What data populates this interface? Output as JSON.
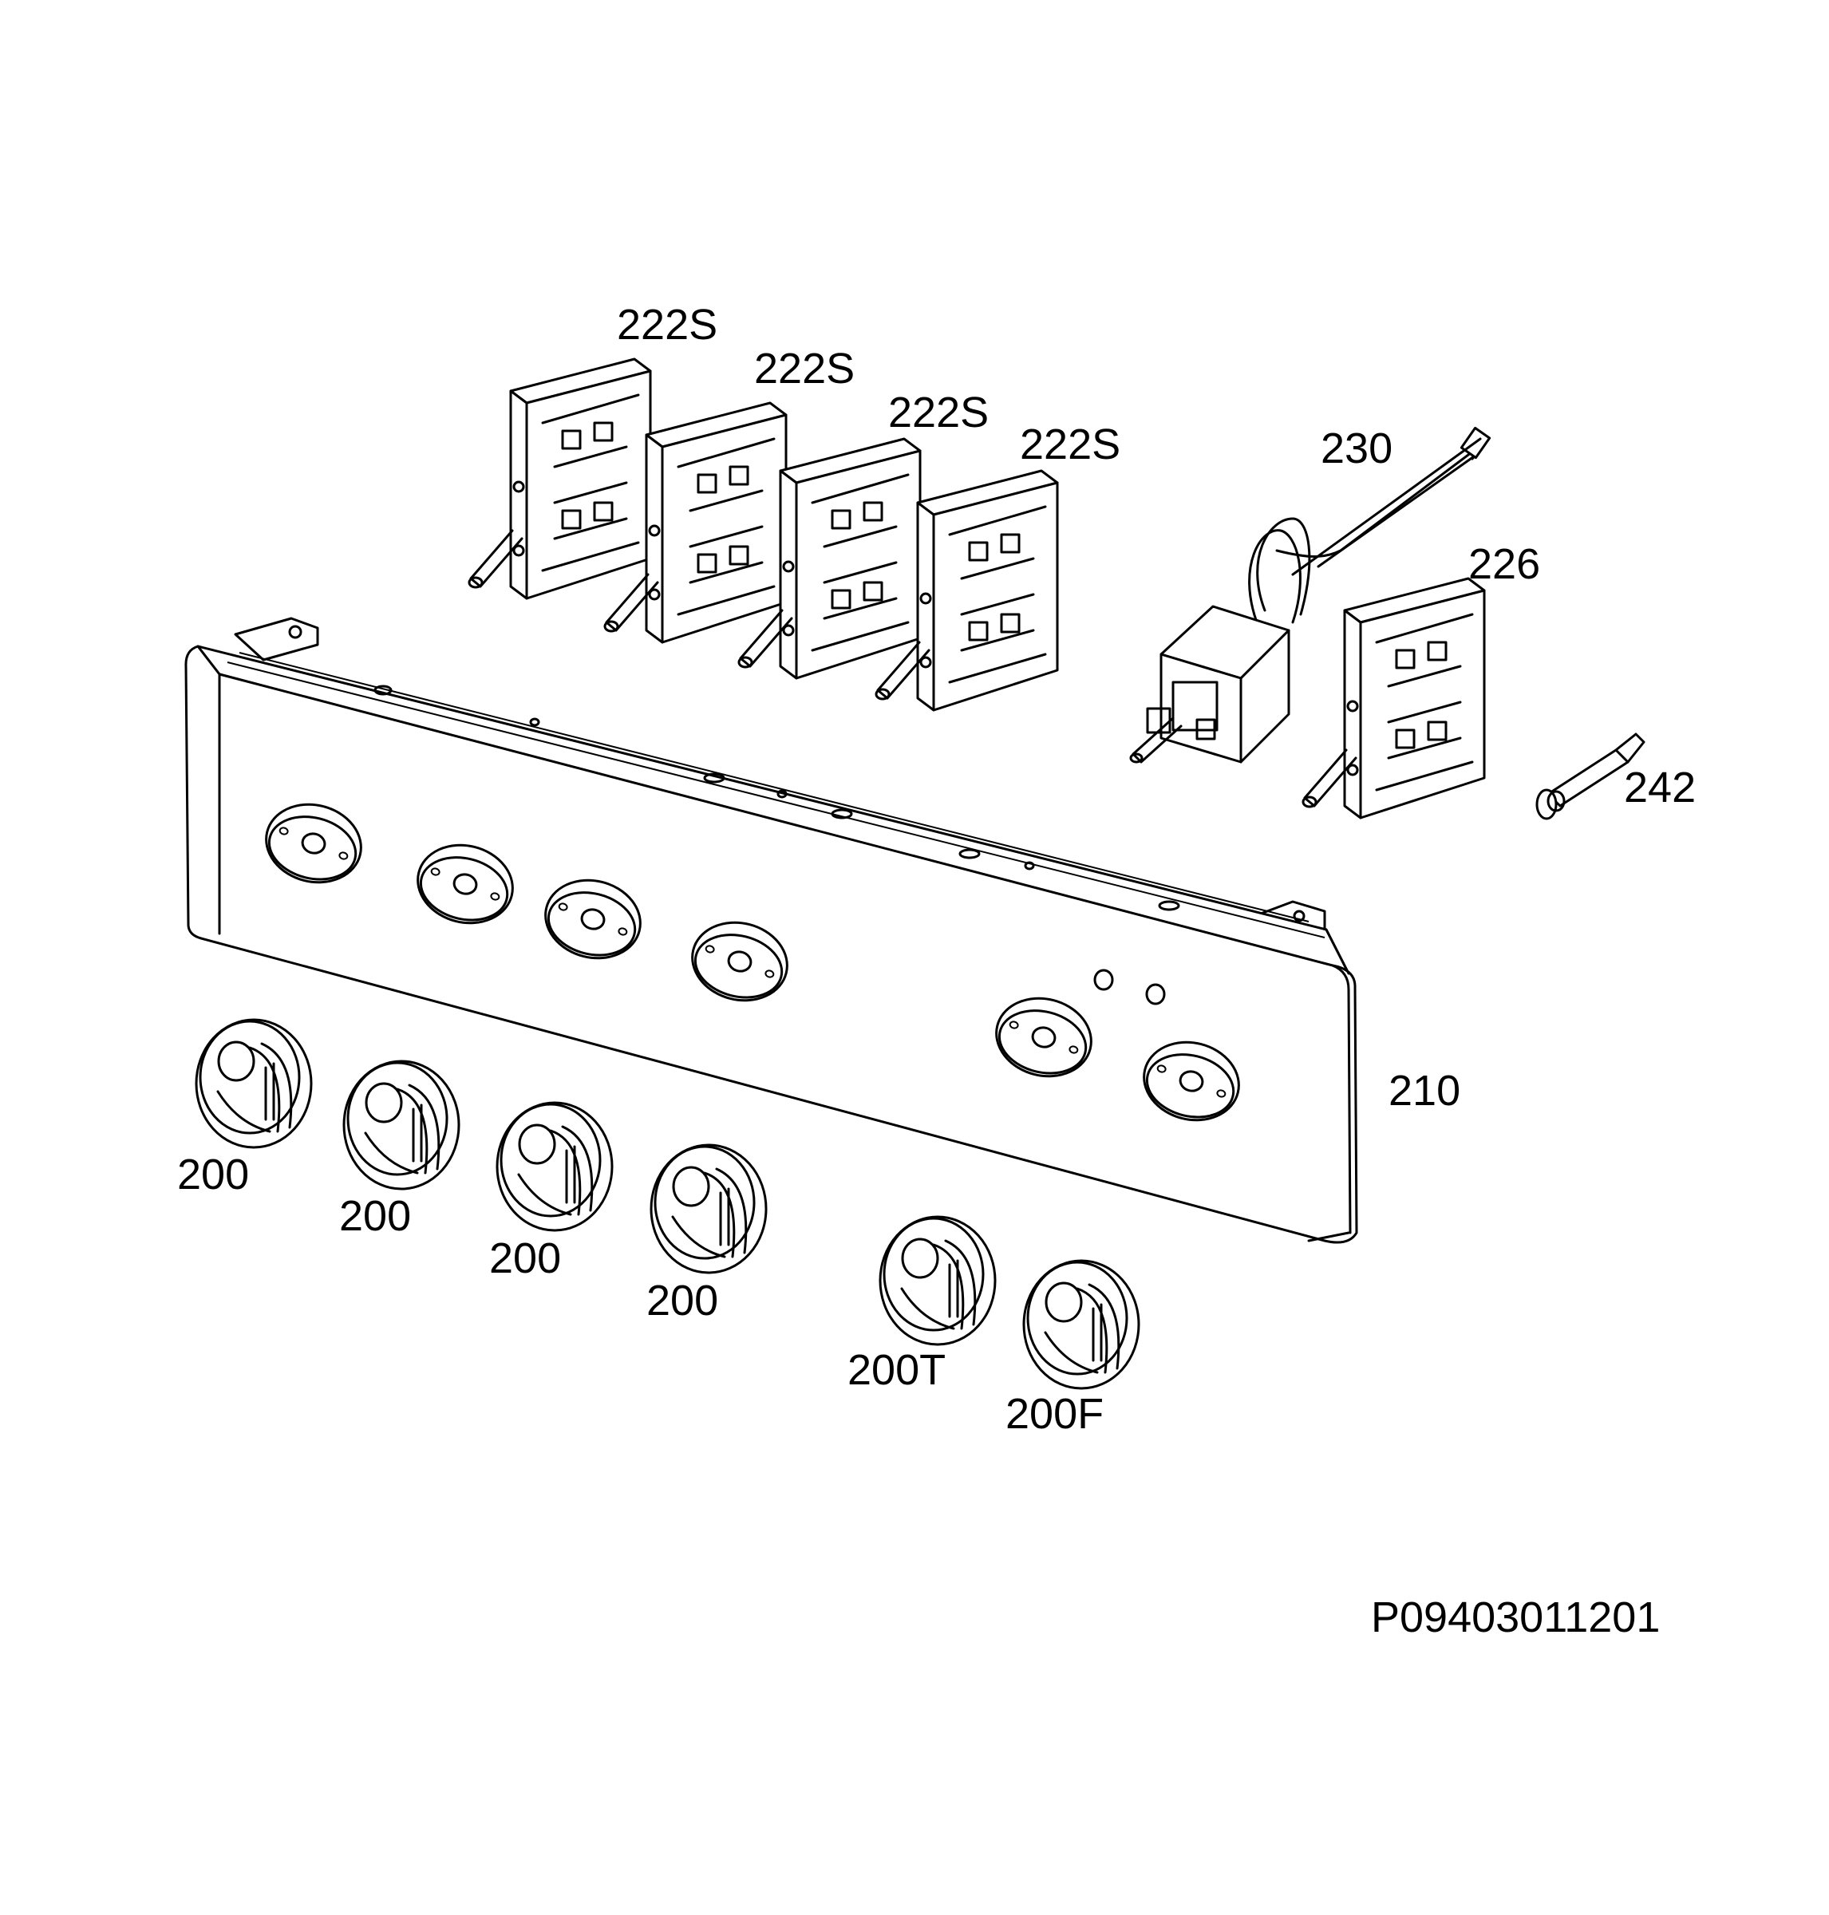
{
  "labels": {
    "switch_1": "222S",
    "switch_2": "222S",
    "switch_3": "222S",
    "switch_4": "222S",
    "thermostat": "230",
    "switch_oven": "226",
    "igniter": "242",
    "panel": "210",
    "knob_1": "200",
    "knob_2": "200",
    "knob_3": "200",
    "knob_4": "200",
    "knob_thermostat": "200T",
    "knob_function": "200F"
  },
  "figure_code": "P09403011201"
}
